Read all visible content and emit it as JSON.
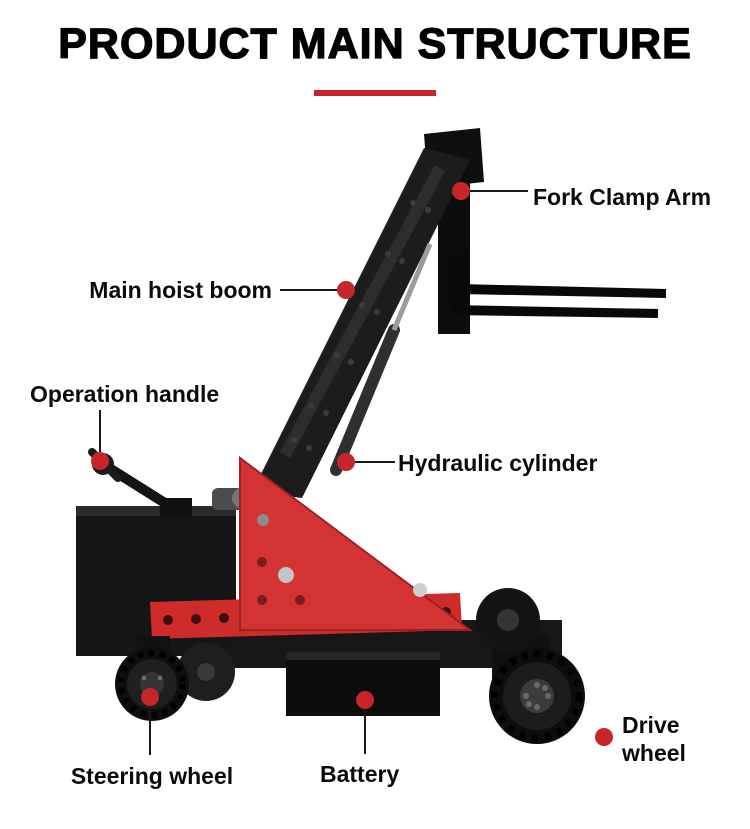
{
  "page": {
    "title": "PRODUCT MAIN STRUCTURE"
  },
  "accent_color": "#c8242b",
  "labels": [
    {
      "id": "fork-clamp-arm",
      "text": "Fork Clamp Arm"
    },
    {
      "id": "main-hoist-boom",
      "text": "Main hoist boom"
    },
    {
      "id": "operation-handle",
      "text": "Operation handle"
    },
    {
      "id": "hydraulic-cylinder",
      "text": "Hydraulic cylinder"
    },
    {
      "id": "drive-wheel",
      "text": "Drive wheel"
    },
    {
      "id": "steering-wheel",
      "text": "Steering wheel"
    },
    {
      "id": "battery",
      "text": "Battery"
    }
  ],
  "illustration": {
    "name": "electric-forklift-stacker-side-view",
    "colors": {
      "machine_red": "#d43333",
      "machine_black": "#141414",
      "marker_red": "#c8242b"
    }
  }
}
